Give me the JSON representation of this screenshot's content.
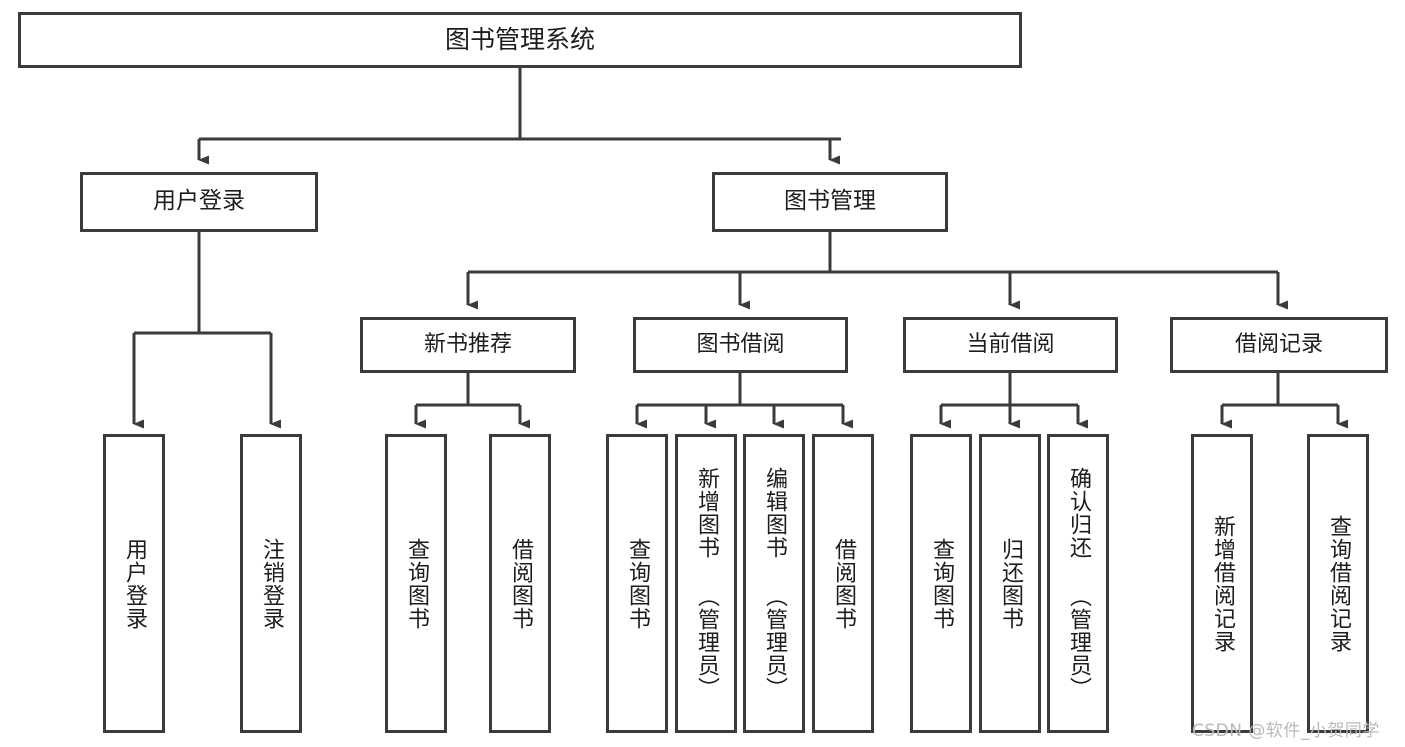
{
  "diagram": {
    "title_box": {
      "label": "图书管理系统"
    },
    "level1": [
      {
        "id": "user-login",
        "label": "用户登录"
      },
      {
        "id": "book-management",
        "label": "图书管理"
      }
    ],
    "level2": [
      {
        "id": "new-book-recommend",
        "label": "新书推荐"
      },
      {
        "id": "book-borrow",
        "label": "图书借阅"
      },
      {
        "id": "current-borrow",
        "label": "当前借阅"
      },
      {
        "id": "borrow-record",
        "label": "借阅记录"
      }
    ],
    "leaves": [
      {
        "id": "leaf-user-login",
        "label": "用户登录"
      },
      {
        "id": "leaf-logout-login",
        "label": "注销登录"
      },
      {
        "id": "leaf-query-book-1",
        "label": "查询图书"
      },
      {
        "id": "leaf-borrow-book-1",
        "label": "借阅图书"
      },
      {
        "id": "leaf-query-book-2",
        "label": "查询图书"
      },
      {
        "id": "leaf-add-book-admin",
        "label": "新增图书 （管理员）"
      },
      {
        "id": "leaf-edit-book-admin",
        "label": "编辑图书 （管理员）"
      },
      {
        "id": "leaf-borrow-book-2",
        "label": "借阅图书"
      },
      {
        "id": "leaf-query-book-3",
        "label": "查询图书"
      },
      {
        "id": "leaf-return-book",
        "label": "归还图书"
      },
      {
        "id": "leaf-confirm-return-admin",
        "label": "确认归还 （管理员）"
      },
      {
        "id": "leaf-add-borrow-record",
        "label": "新增借阅记录"
      },
      {
        "id": "leaf-query-borrow-record",
        "label": "查询借阅记录"
      }
    ],
    "watermark": {
      "text": "CSDN @软件_小贺同学"
    },
    "colors": {
      "border": "#3b3b3b",
      "text": "#1d1d1d",
      "background": "#ffffff",
      "watermark": "#b9b9b9"
    }
  }
}
